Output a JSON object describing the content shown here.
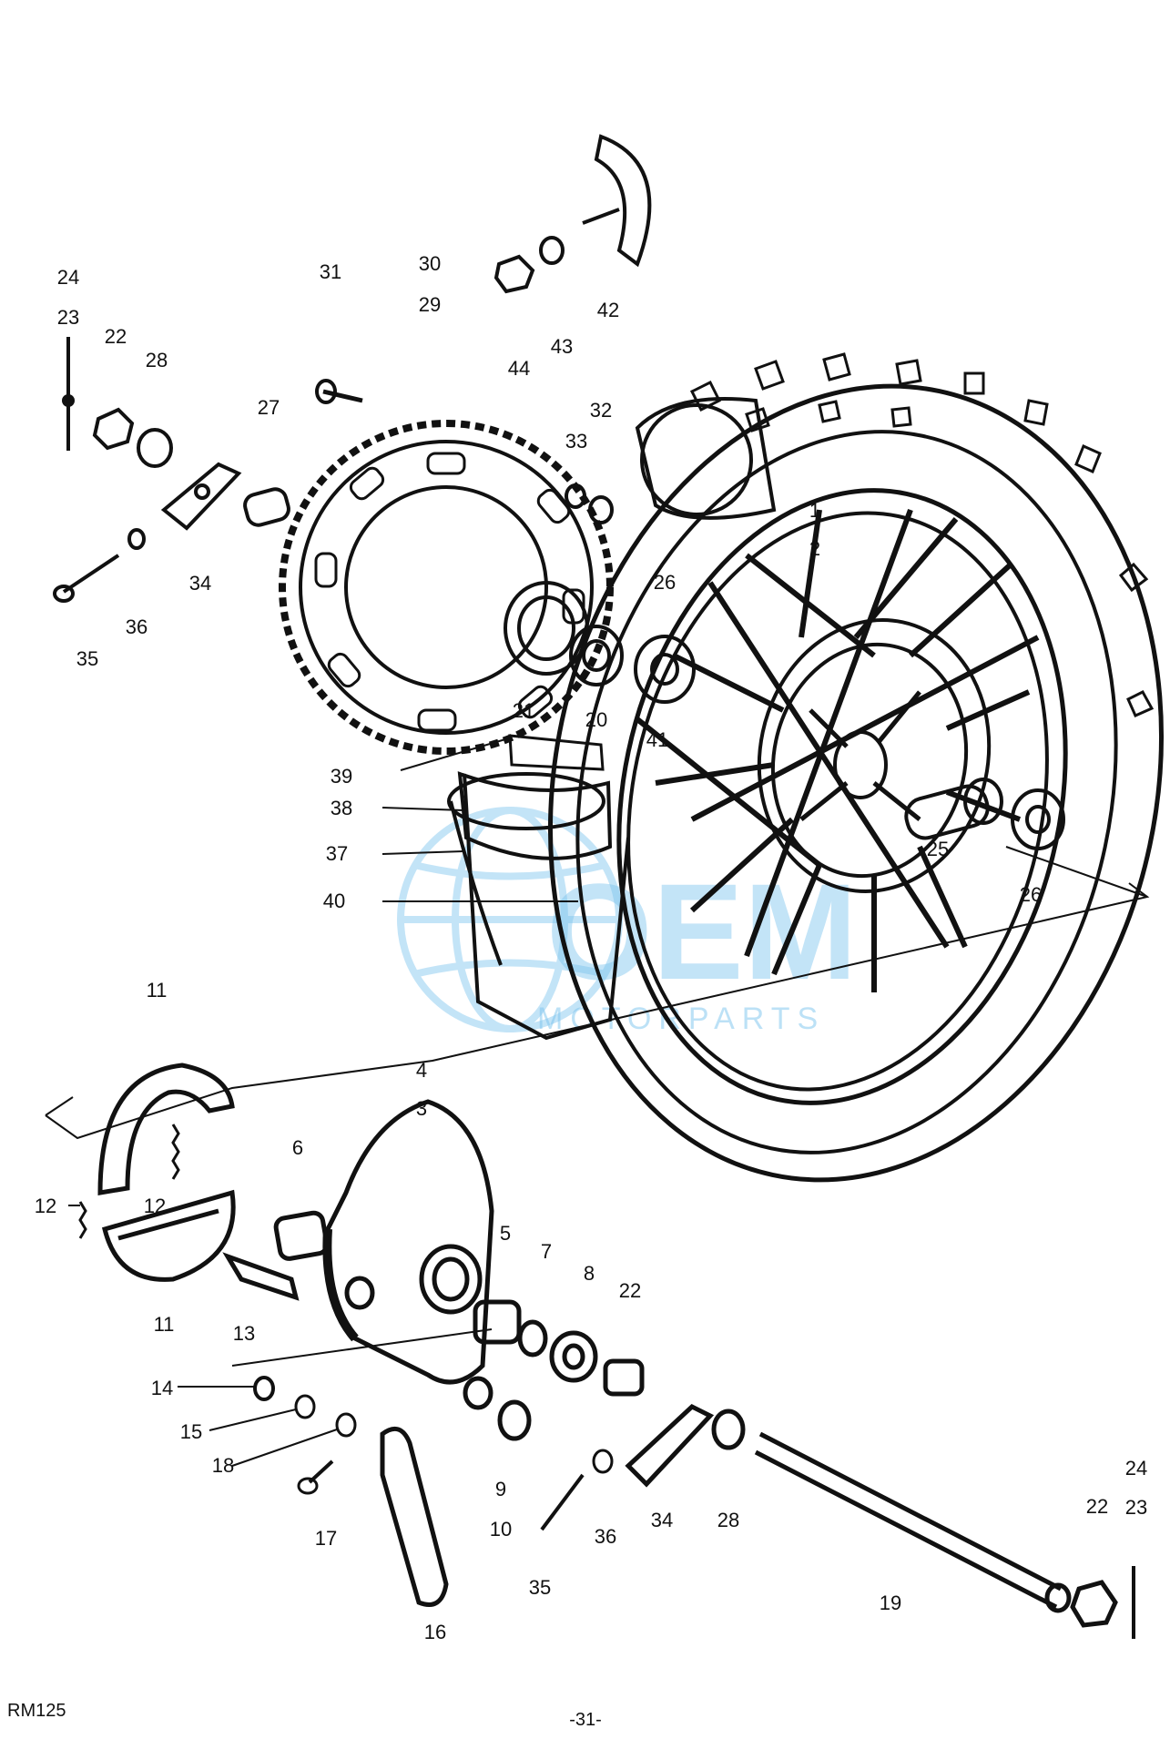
{
  "page": {
    "model": "RM125",
    "page_number": "-31-"
  },
  "watermark": {
    "brand": "OEM",
    "subtitle": "MOTORPARTS"
  },
  "callouts": {
    "p1": "1",
    "p2": "2",
    "p3": "3",
    "p4": "4",
    "p5": "5",
    "p6": "6",
    "p7": "7",
    "p8": "8",
    "p9": "9",
    "p10": "10",
    "p11a": "11",
    "p11b": "11",
    "p12a": "12",
    "p12b": "12",
    "p13": "13",
    "p14": "14",
    "p15": "15",
    "p16": "16",
    "p17": "17",
    "p18": "18",
    "p19": "19",
    "p20": "20",
    "p21": "21",
    "p22a": "22",
    "p22b": "22",
    "p22c": "22",
    "p23a": "23",
    "p23b": "23",
    "p24a": "24",
    "p24b": "24",
    "p25": "25",
    "p26a": "26",
    "p26b": "26",
    "p27": "27",
    "p28a": "28",
    "p28b": "28",
    "p29": "29",
    "p30": "30",
    "p31": "31",
    "p32": "32",
    "p33": "33",
    "p34a": "34",
    "p34b": "34",
    "p35a": "35",
    "p35b": "35",
    "p36a": "36",
    "p36b": "36",
    "p37": "37",
    "p38": "38",
    "p39": "39",
    "p40": "40",
    "p41": "41",
    "p42": "42",
    "p43": "43",
    "p44": "44"
  },
  "icons": {
    "wheel": "rear-wheel-drawing",
    "sprocket": "sprocket-drawing",
    "brake_panel": "brake-panel-drawing",
    "brake_shoes": "brake-shoe-drawing",
    "axle": "axle-drawing",
    "globe": "globe-watermark-icon"
  },
  "colors": {
    "ink": "#111111",
    "watermark": "#7cc4ee"
  }
}
